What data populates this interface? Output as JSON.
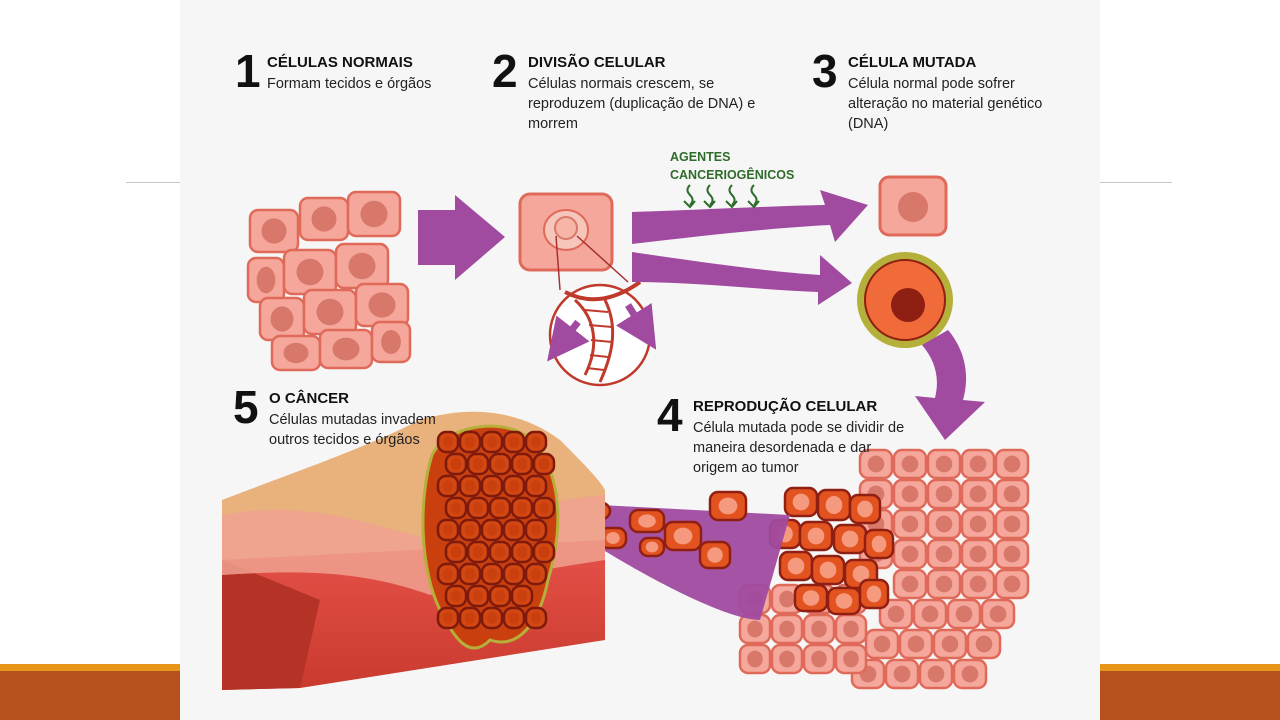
{
  "steps": [
    {
      "number": "1",
      "title": "CÉLULAS NORMAIS",
      "description": "Formam tecidos e órgãos"
    },
    {
      "number": "2",
      "title": "DIVISÃO CELULAR",
      "description": "Células normais crescem, se reproduzem (duplicação de DNA) e morrem"
    },
    {
      "number": "3",
      "title": "CÉLULA MUTADA",
      "description": "Célula normal pode sofrer alteração no material genético (DNA)"
    },
    {
      "number": "4",
      "title": "REPRODUÇÃO CELULAR",
      "description": "Célula mutada pode se dividir de maneira desordenada e dar origem ao tumor"
    },
    {
      "number": "5",
      "title": "O CÂNCER",
      "description": "Células mutadas invadem outros tecidos e órgãos"
    }
  ],
  "agents": {
    "line1": "AGENTES",
    "line2": "CANCERIOGÊNICOS"
  },
  "colors": {
    "cell_fill": "#f4a79a",
    "cell_border": "#e06a5a",
    "nucleus": "#d8786a",
    "arrow": "#a04aa0",
    "mutated_outer": "#b5b03a",
    "mutated_mid": "#e8552e",
    "mutated_core": "#8f1f12",
    "tumor": "#c9400e",
    "tissue_top": "#e9b27c",
    "tissue_red": "#d64535",
    "dark_text": "#111111",
    "agent_green": "#2f6b2b",
    "band_orange": "#e8951c",
    "band_rust": "#b7521f"
  }
}
